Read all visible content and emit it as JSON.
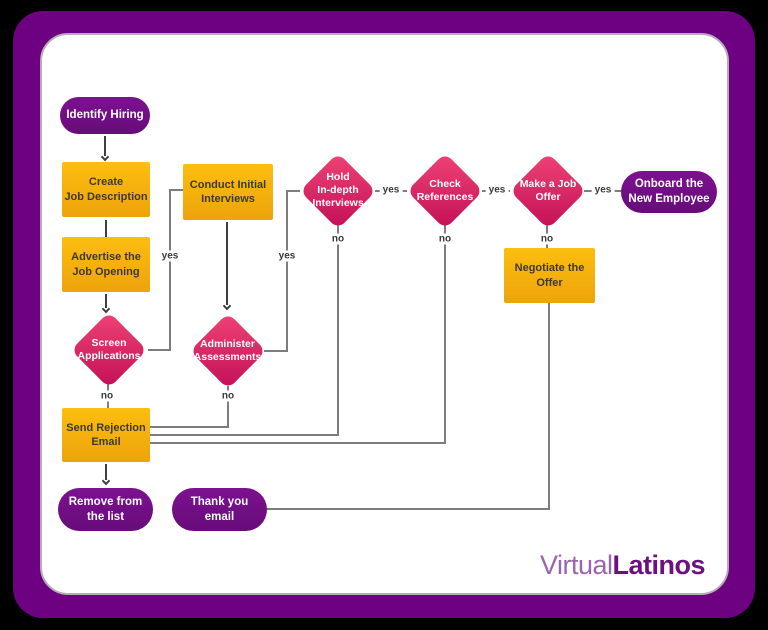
{
  "colors": {
    "background": "#000000",
    "frame": "#6E0181",
    "card": "#FFFFFF",
    "node-purple": "#711184",
    "node-yellow": "#F7B40D",
    "node-pink": "#DC2364",
    "line": "#7D7D7D",
    "arrow": "#3F3F3F"
  },
  "labels": {
    "yes": "yes",
    "no": "no"
  },
  "nodes": {
    "identify_hiring": {
      "lines": [
        "Identify Hiring"
      ]
    },
    "create_job_description": {
      "lines": [
        "Create",
        "Job Description"
      ]
    },
    "advertise_job_opening": {
      "lines": [
        "Advertise the",
        "Job Opening"
      ]
    },
    "screen_applications": {
      "lines": [
        "Screen",
        "Applications"
      ]
    },
    "conduct_initial_interviews": {
      "lines": [
        "Conduct Initial",
        "Interviews"
      ]
    },
    "administer_assessments": {
      "lines": [
        "Administer",
        "Assessments"
      ]
    },
    "hold_indepth_interviews": {
      "lines": [
        "Hold",
        "In-depth",
        "Interviews"
      ]
    },
    "check_references": {
      "lines": [
        "Check",
        "References"
      ]
    },
    "make_job_offer": {
      "lines": [
        "Make a Job",
        "Offer"
      ]
    },
    "onboard_new_employee": {
      "lines": [
        "Onboard the",
        "New Employee"
      ]
    },
    "negotiate_offer": {
      "lines": [
        "Negotiate the",
        "Offer"
      ]
    },
    "send_rejection_email": {
      "lines": [
        "Send Rejection",
        "Email"
      ]
    },
    "remove_from_list": {
      "lines": [
        "Remove from",
        "the list"
      ]
    },
    "thank_you_email": {
      "lines": [
        "Thank you",
        "email"
      ]
    }
  },
  "brand": {
    "virtual": "Virtual",
    "latinos": "Latinos"
  }
}
